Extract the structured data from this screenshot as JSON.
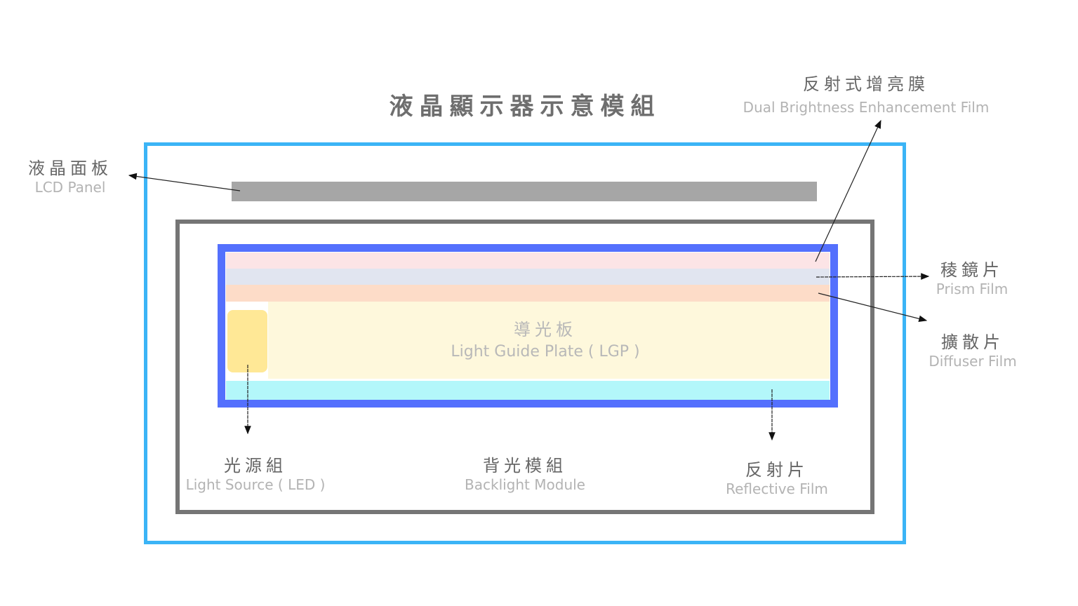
{
  "title": "液晶顯示器示意模組",
  "labels": {
    "lcd": {
      "zh": "液晶面板",
      "en": "LCD  Panel"
    },
    "dbef": {
      "zh": "反射式增亮膜",
      "en": "Dual Brightness Enhancement Film"
    },
    "prism": {
      "zh": "稜鏡片",
      "en": "Prism Film"
    },
    "diffuser": {
      "zh": "擴散片",
      "en": "Diffuser Film"
    },
    "lgp": {
      "zh": "導光板",
      "en": "Light Guide Plate ( LGP )"
    },
    "led": {
      "zh": "光源組",
      "en": "Light Source ( LED )"
    },
    "backlight": {
      "zh": "背光模組",
      "en": "Backlight Module"
    },
    "reflective": {
      "zh": "反射片",
      "en": "Reflective Film"
    }
  },
  "colors": {
    "outer": "#3bb4f6",
    "lcd": "#a6a6a6",
    "backlight_box": "#757575",
    "frame": "#5470fd",
    "dbef": "#fce4e6",
    "prism": "#e1e5f0",
    "diffuser": "#fddcc8",
    "lgp": "#fef8dc",
    "led": "#ffe896",
    "reflective": "#b3f7fa"
  }
}
